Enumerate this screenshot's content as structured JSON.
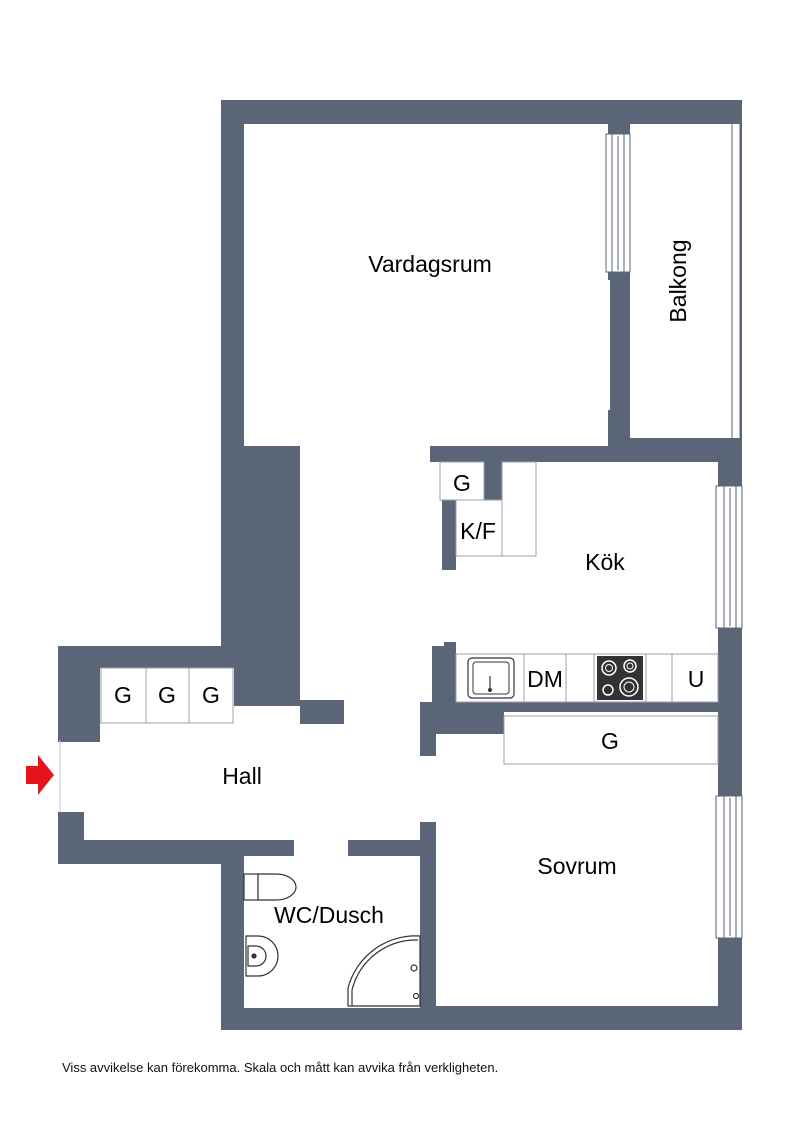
{
  "colors": {
    "wall": "#5a6577",
    "floor": "#ffffff",
    "entrance_arrow": "#e8131b",
    "line": "#000000"
  },
  "rooms": {
    "living": "Vardagsrum",
    "balcony": "Balkong",
    "kitchen": "Kök",
    "hall": "Hall",
    "bathroom": "WC/Dusch",
    "bedroom": "Sovrum"
  },
  "fixtures": {
    "wardrobe_label": "G",
    "fridge_freezer_label": "K/F",
    "dishwasher_label": "DM",
    "oven_label": "U"
  },
  "disclaimer": "Viss avvikelse kan förekomma. Skala och mått kan avvika från verkligheten."
}
